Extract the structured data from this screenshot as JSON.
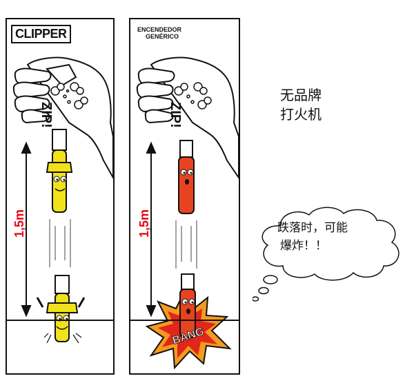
{
  "left_panel": {
    "brand": "CLIPPER",
    "hand_text": "ZIP!",
    "height": "1,5m"
  },
  "right_panel": {
    "brand_line1": "ENCENDEDOR",
    "brand_line2": "GENÉRICO",
    "hand_text": "ZIP!",
    "height": "1,5m",
    "explosion_text": "BANG"
  },
  "caption": {
    "line1": "无品牌",
    "line2": "打火机"
  },
  "thought_bubble": {
    "line1": "跌落时，可能",
    "line2": "爆炸！！"
  },
  "colors": {
    "clipper_yellow": "#f2e21a",
    "generic_red": "#e8431f",
    "height_red": "#e30613",
    "explosion_orange": "#f39a1f",
    "explosion_red": "#e2261a"
  }
}
